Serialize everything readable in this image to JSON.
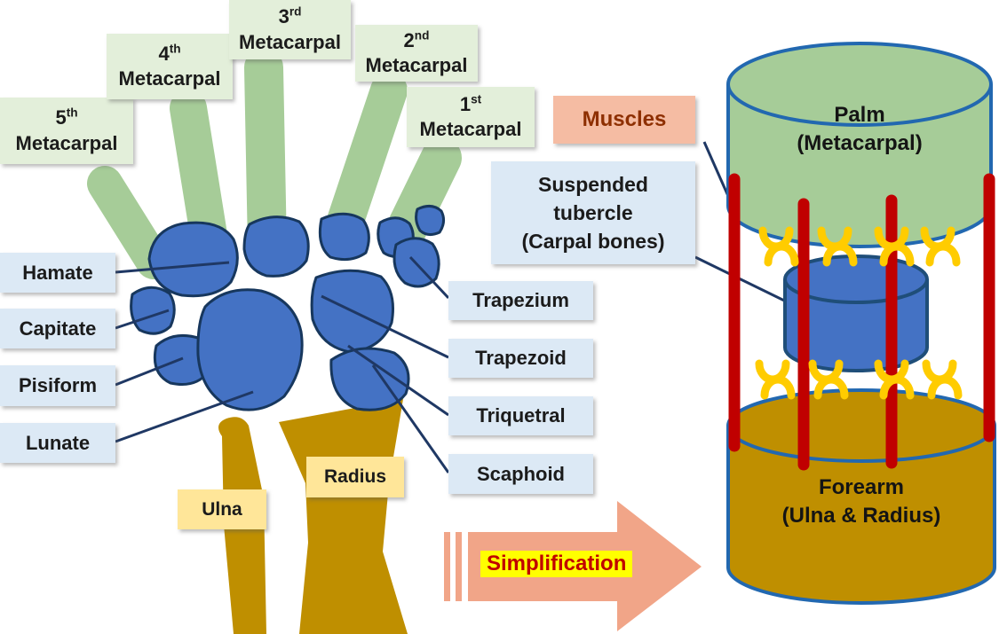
{
  "title": "Hand and wrist anatomy simplification diagram",
  "metacarpals": [
    {
      "ordinal": "5",
      "suffix": "th",
      "word": "Metacarpal"
    },
    {
      "ordinal": "4",
      "suffix": "th",
      "word": "Metacarpal"
    },
    {
      "ordinal": "3",
      "suffix": "rd",
      "word": "Metacarpal"
    },
    {
      "ordinal": "2",
      "suffix": "nd",
      "word": "Metacarpal"
    },
    {
      "ordinal": "1",
      "suffix": "st",
      "word": "Metacarpal"
    }
  ],
  "carpals_left": [
    "Hamate",
    "Capitate",
    "Pisiform",
    "Lunate"
  ],
  "carpals_right": [
    "Trapezium",
    "Trapezoid",
    "Triquetral",
    "Scaphoid"
  ],
  "forearm_bones": {
    "ulna": "Ulna",
    "radius": "Radius"
  },
  "muscles_label": "Muscles",
  "suspended": {
    "line1": "Suspended",
    "line2": "tubercle",
    "line3": "(Carpal bones)"
  },
  "arrow_label": "Simplification",
  "model": {
    "palm_line1": "Palm",
    "palm_line2": "(Metacarpal)",
    "forearm_line1": "Forearm",
    "forearm_line2": "(Ulna & Radius)"
  },
  "colors": {
    "label_green": "#E3EFDA",
    "label_blue": "#DCE9F5",
    "label_yellow": "#FFE699",
    "label_salmon": "#F5BCA3",
    "arrow_salmon": "#F1A588",
    "highlight_yellow": "#FFFF00",
    "red_text": "#C00000",
    "muscles_text": "#8E2F00",
    "bone_green": "#A6CC98",
    "bone_blue": "#4472C4",
    "bone_gold": "#BF8F00",
    "bone_outline": "#17375D",
    "cylinder_outline": "#2268B0",
    "muscle_red": "#C00000",
    "spring_yellow": "#FFCC00",
    "leader_line": "#1F3864",
    "text_dark": "#1B1B1B"
  }
}
